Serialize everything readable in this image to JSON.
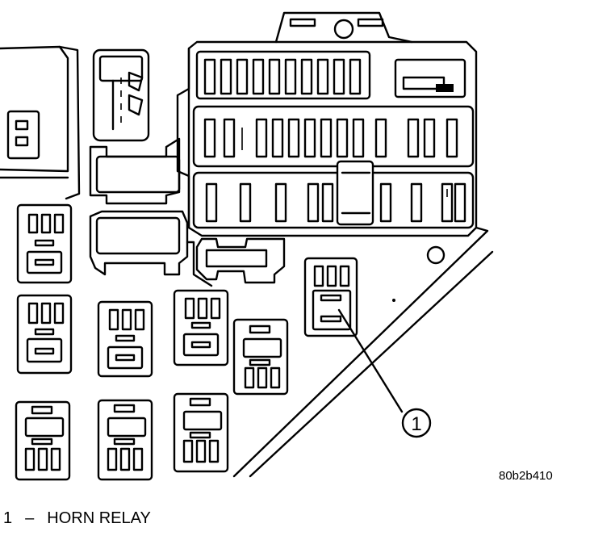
{
  "figure_id": "80b2b410",
  "callout": {
    "number": "1"
  },
  "legend": [
    {
      "number": "1",
      "separator": "–",
      "label": "HORN RELAY"
    }
  ]
}
